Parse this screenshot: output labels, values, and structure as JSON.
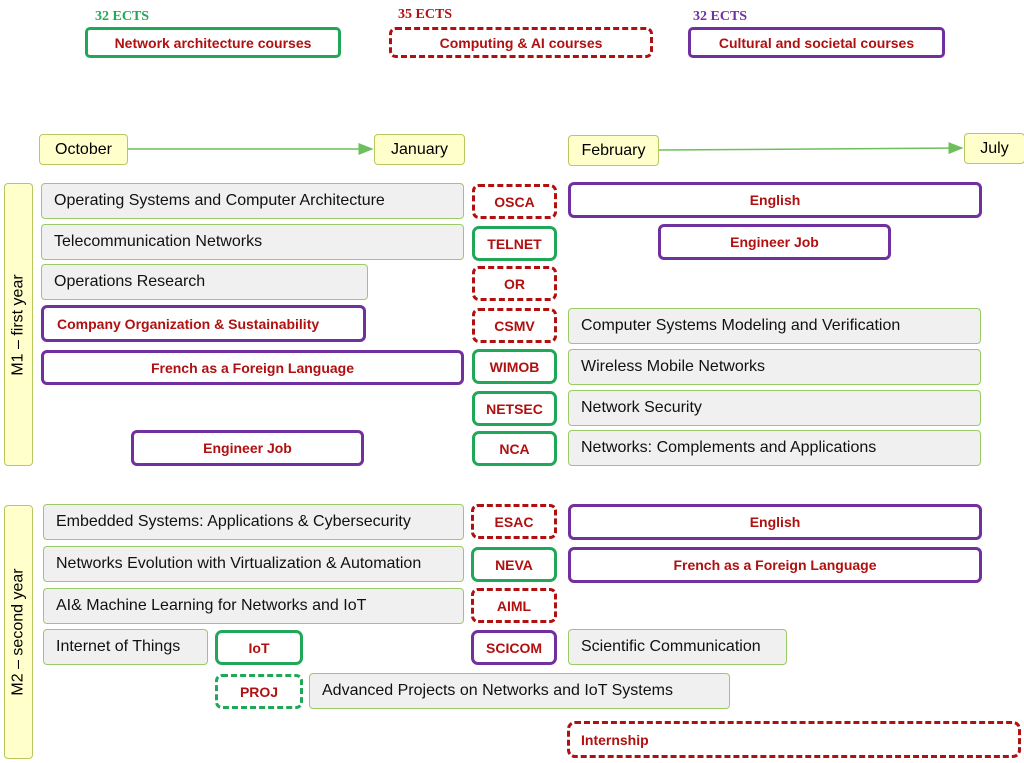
{
  "legend": {
    "network": {
      "ects": "32 ECTS",
      "label": "Network architecture courses",
      "color": "#20a858"
    },
    "computing": {
      "ects": "35 ECTS",
      "label": "Computing & AI courses",
      "color": "#b01010"
    },
    "cultural": {
      "ects": "32 ECTS",
      "label": "Cultural and societal courses",
      "color": "#7030a0"
    }
  },
  "timeline": {
    "sem1_start": "October",
    "sem1_end": "January",
    "sem2_start": "February",
    "sem2_end": "July"
  },
  "m1": {
    "year_label": "M1 – first year",
    "courses": {
      "osca": "Operating Systems and Computer Architecture",
      "telnet": "Telecommunication Networks",
      "or": "Operations Research",
      "company": "Company Organization & Sustainability",
      "fle": "French as a Foreign Language",
      "engineer_job_1": "Engineer Job",
      "english": "English",
      "engineer_job_2": "Engineer Job",
      "csmv": "Computer Systems Modeling and Verification",
      "wimob": "Wireless Mobile Networks",
      "netsec": "Network Security",
      "nca": "Networks: Complements and Applications"
    },
    "tags": {
      "osca": "OSCA",
      "telnet": "TELNET",
      "or": "OR",
      "csmv": "CSMV",
      "wimob": "WIMOB",
      "netsec": "NETSEC",
      "nca": "NCA"
    }
  },
  "m2": {
    "year_label": "M2 – second year",
    "courses": {
      "esac": "Embedded Systems: Applications & Cybersecurity",
      "neva": "Networks Evolution with Virtualization & Automation",
      "aiml": "AI& Machine Learning for Networks and IoT",
      "iot": "Internet of Things",
      "english": "English",
      "fle": "French as a Foreign Language",
      "scicom": "Scientific Communication",
      "proj": "Advanced Projects on Networks and IoT Systems",
      "internship": "Internship"
    },
    "tags": {
      "esac": "ESAC",
      "neva": "NEVA",
      "aiml": "AIML",
      "scicom": "SCICOM",
      "iot": "IoT",
      "proj": "PROJ"
    }
  }
}
